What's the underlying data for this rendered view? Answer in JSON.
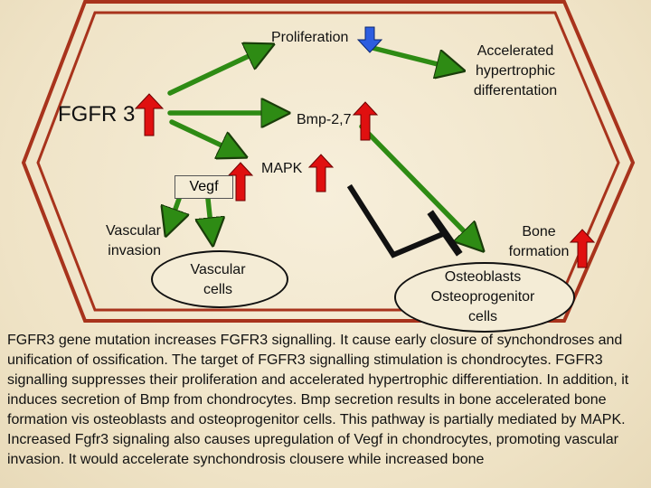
{
  "labels": {
    "proliferation": "Proliferation",
    "accelerated": "Accelerated\nhypertrophic\ndifferentation",
    "fgfr3": "FGFR 3",
    "bmp": "Bmp-2,7",
    "mapk": "MAPK",
    "vegf": "Vegf",
    "vascular_invasion": "Vascular\ninvasion",
    "vascular_cells": "Vascular\ncells",
    "bone_formation": "Bone\nformation",
    "osteoblasts": "Osteoblasts\nOsteoprogenitor\ncells"
  },
  "caption": {
    "p1": " FGFR3 gene mutation increases FGFR3 signalling. It cause early closure of synchondroses and unification of ossification. The target of FGFR3 signalling stimulation is chondrocytes. FGFR3 signalling suppresses their proliferation and accelerated hypertrophic differentiation. In addition, it induces secretion of Bmp from chondrocytes. Bmp secretion results in bone accelerated bone formation vis osteoblasts and osteoprogenitor cells. This pathway is partially mediated by MAPK.",
    "p2": "Increased Fgfr3 signaling also causes upregulation of Vegf in chondrocytes, promoting vascular invasion. It would accelerate synchondrosis clousere while increased bone"
  },
  "colors": {
    "arrow_green": "#2e8b14",
    "up_red": "#e01010",
    "down_blue": "#2d5de0",
    "frame_red": "#a8331c"
  }
}
